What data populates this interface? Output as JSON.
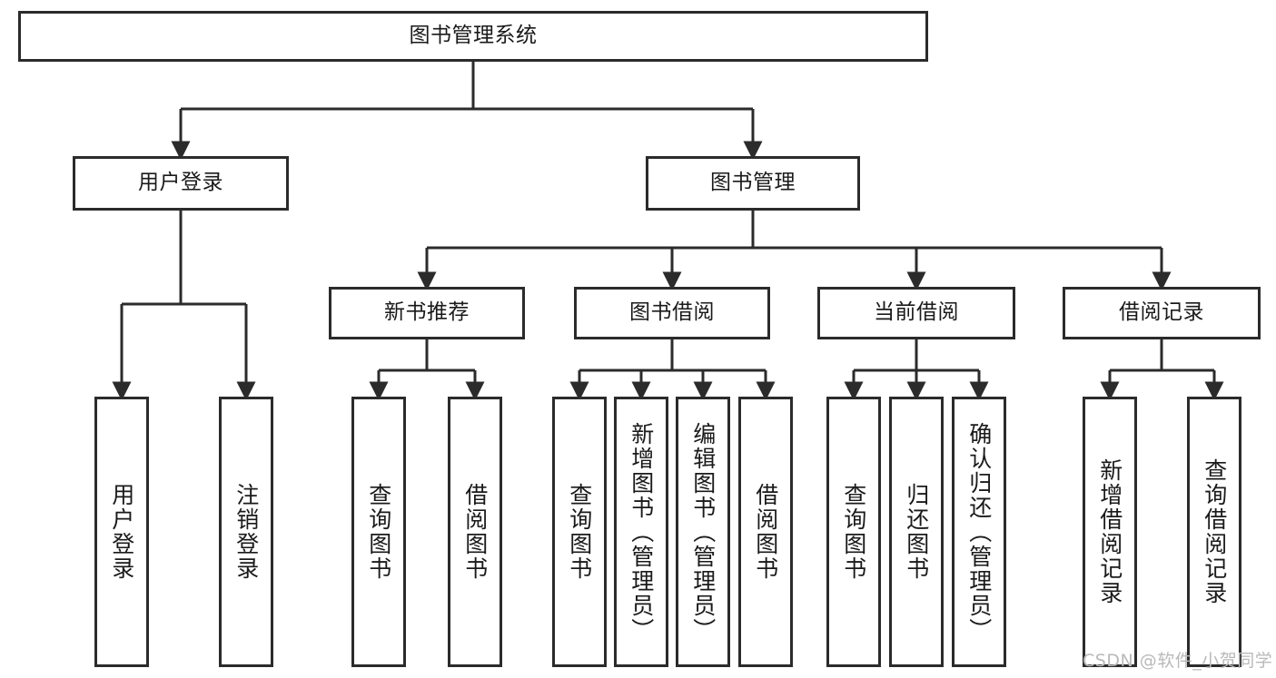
{
  "diagram": {
    "title": "图书管理系统",
    "watermark": "CSDN @软件_小贺同学",
    "colors": {
      "stroke": "#2b2b2b",
      "fill": "#ffffff",
      "text": "#1a1a1a",
      "watermark": "#b9b9b9"
    },
    "nodes": {
      "root": {
        "label": "图书管理系统"
      },
      "user_login": {
        "label": "用户登录"
      },
      "book_manage": {
        "label": "图书管理"
      },
      "new_book_rec": {
        "label": "新书推荐"
      },
      "book_borrow": {
        "label": "图书借阅"
      },
      "current_borrow": {
        "label": "当前借阅"
      },
      "borrow_record": {
        "label": "借阅记录"
      },
      "leaf_user_login": {
        "label": "用户登录"
      },
      "leaf_logout": {
        "label": "注销登录"
      },
      "leaf_query_book_1": {
        "label": "查询图书"
      },
      "leaf_borrow_book_1": {
        "label": "借阅图书"
      },
      "leaf_query_book_2": {
        "label": "查询图书"
      },
      "leaf_add_book": {
        "label": "新增图书（管理员）"
      },
      "leaf_edit_book": {
        "label": "编辑图书（管理员）"
      },
      "leaf_borrow_book_2": {
        "label": "借阅图书"
      },
      "leaf_query_book_3": {
        "label": "查询图书"
      },
      "leaf_return_book": {
        "label": "归还图书"
      },
      "leaf_confirm_return": {
        "label": "确认归还（管理员）"
      },
      "leaf_add_record": {
        "label": "新增借阅记录"
      },
      "leaf_query_record": {
        "label": "查询借阅记录"
      }
    }
  }
}
